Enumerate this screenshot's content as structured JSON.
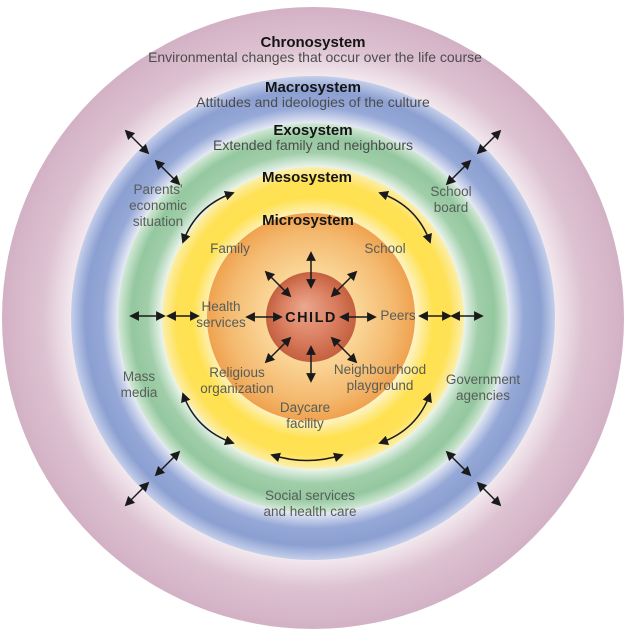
{
  "systems": {
    "chronosystem": {
      "name": "Chronosystem",
      "description": "Environmental changes that occur over the life course",
      "color": "#d5b4c7"
    },
    "macrosystem": {
      "name": "Macrosystem",
      "description": "Attitudes and ideologies of the culture",
      "color": "#8b9fd1"
    },
    "exosystem": {
      "name": "Exosystem",
      "description": "Extended family and neighbours",
      "color": "#94c89f"
    },
    "mesosystem": {
      "name": "Mesosystem",
      "color": "#ffe150"
    },
    "microsystem": {
      "name": "Microsystem",
      "color": "#f4b96f"
    },
    "child": {
      "name": "CHILD",
      "color": "#d87f60"
    }
  },
  "microsystem_labels": {
    "family": "Family",
    "school": "School",
    "peers": "Peers",
    "health_services": [
      "Health",
      "services"
    ],
    "religious_organization": [
      "Religious",
      "organization"
    ],
    "neighbourhood_playground": [
      "Neighbourhood",
      "playground"
    ],
    "daycare_facility": [
      "Daycare",
      "facility"
    ]
  },
  "exosystem_labels": {
    "parents_economic_situation": [
      "Parents'",
      "economic",
      "situation"
    ],
    "school_board": [
      "School",
      "board"
    ],
    "mass_media": [
      "Mass",
      "media"
    ],
    "government_agencies": [
      "Government",
      "agencies"
    ],
    "social_services": [
      "Social services",
      "and health care"
    ]
  },
  "arrow_color": "#1a1a1a"
}
